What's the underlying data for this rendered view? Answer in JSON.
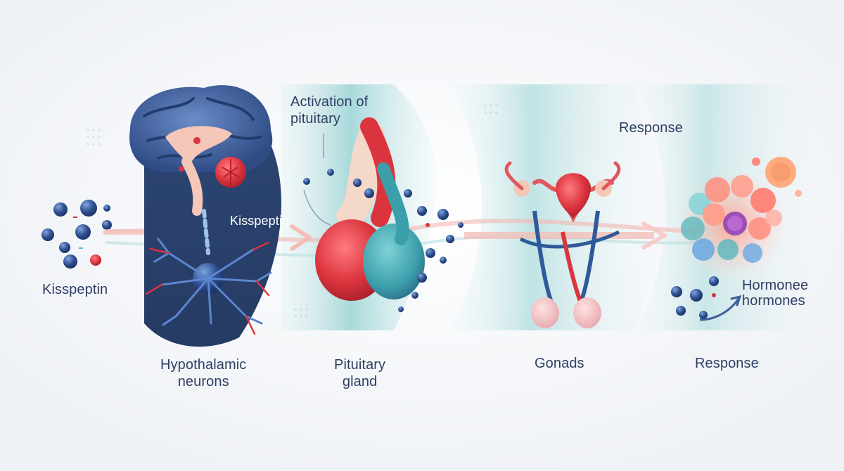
{
  "labels": {
    "kisspeptin_left": "Kisspeptin",
    "kisspeptin_arrow": "Kisspeptin",
    "activation": [
      "Activation of",
      "pituitary"
    ],
    "response_top": "Response",
    "hypothalamic": [
      "Hypothalamic",
      "neurons"
    ],
    "pituitary_gland": [
      "Pituitary",
      "gland"
    ],
    "gonads": "Gonads",
    "response_bottom": "Response",
    "hormones": [
      "Hormonee",
      "hormones"
    ]
  },
  "colors": {
    "background": "#f4f6fa",
    "navy": "#2b4270",
    "red": "#d9343f",
    "teal": "#5fb8bd",
    "text": "#2f3f63"
  }
}
